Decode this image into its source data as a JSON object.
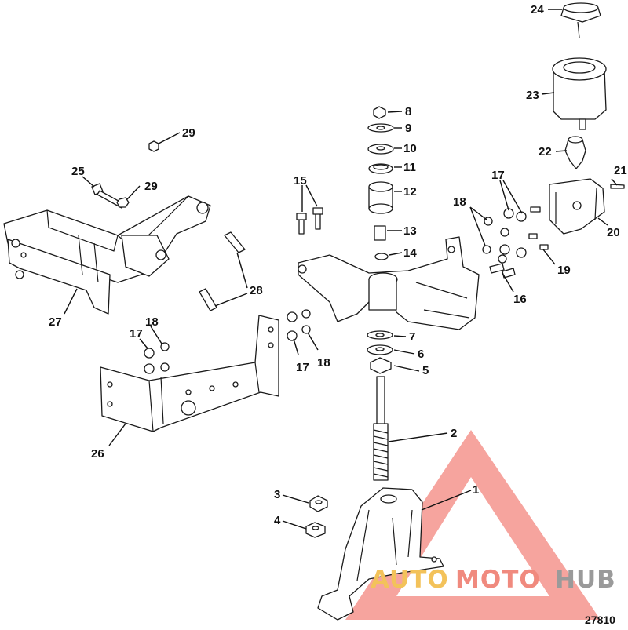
{
  "callouts": {
    "c1": "1",
    "c2": "2",
    "c3": "3",
    "c4": "4",
    "c5": "5",
    "c6": "6",
    "c7": "7",
    "c8": "8",
    "c9": "9",
    "c10": "10",
    "c11": "11",
    "c12": "12",
    "c13": "13",
    "c14": "14",
    "c15": "15",
    "c16": "16",
    "c17a": "17",
    "c17b": "17",
    "c17c": "17",
    "c18a": "18",
    "c18b": "18",
    "c18c": "18",
    "c19": "19",
    "c20": "20",
    "c21": "21",
    "c22": "22",
    "c23": "23",
    "c24": "24",
    "c25": "25",
    "c26": "26",
    "c27": "27",
    "c28": "28",
    "c29a": "29",
    "c29b": "29"
  },
  "figure_id": "27810",
  "watermark": {
    "word_auto": "AUTO",
    "word_moto": "MOTO",
    "word_hub": "HUB",
    "color_auto": "#f3c25a",
    "color_moto": "#f08a7e",
    "color_hub": "#9a9a9a"
  }
}
